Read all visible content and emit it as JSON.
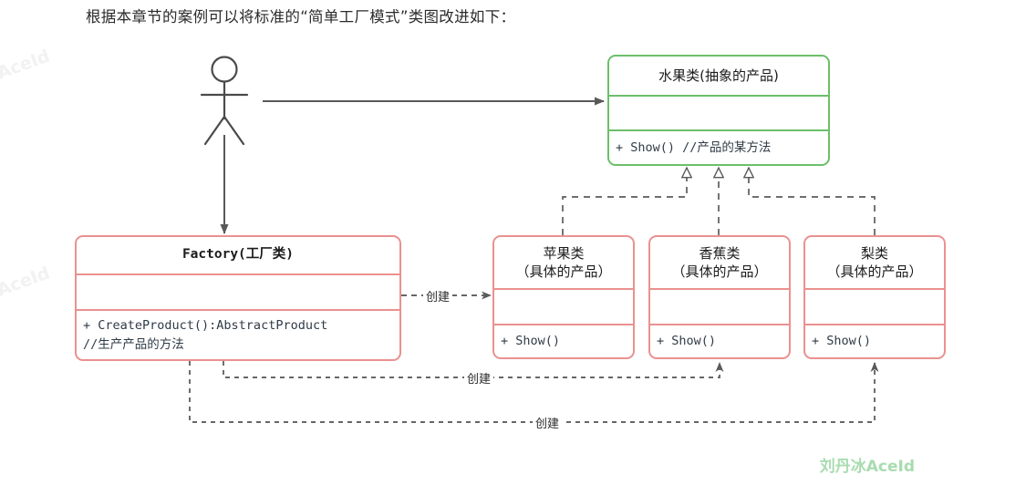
{
  "heading": "根据本章节的案例可以将标准的“简单工厂模式”类图改进如下：",
  "colors": {
    "abstract_border": "#6cbf6a",
    "concrete_border": "#ea918f",
    "line": "#595959",
    "dashed": "#666666",
    "watermark_main": "#a8dcb0",
    "background": "#ffffff"
  },
  "actor": {
    "name": "actor-stick-figure"
  },
  "classes": {
    "abstract_product": {
      "name": "水果类(抽象的产品)",
      "attributes": "",
      "methods": "+ Show() //产品的某方法",
      "stereotype": "abstract",
      "border_color": "#6cbf6a"
    },
    "factory": {
      "name": "Factory(工厂类)",
      "attributes": "",
      "methods_line1": "+ CreateProduct():AbstractProduct",
      "methods_line2": "//生产产品的方法",
      "border_color": "#ea918f"
    },
    "concrete_products": [
      {
        "name_line1": "苹果类",
        "name_line2": "（具体的产品）",
        "attributes": "",
        "methods": "+ Show()",
        "border_color": "#ea918f"
      },
      {
        "name_line1": "香蕉类",
        "name_line2": "（具体的产品）",
        "attributes": "",
        "methods": "+ Show()",
        "border_color": "#ea918f"
      },
      {
        "name_line1": "梨类",
        "name_line2": "（具体的产品）",
        "attributes": "",
        "methods": "+ Show()",
        "border_color": "#ea918f"
      }
    ]
  },
  "edges": {
    "create_label_1": "创建",
    "create_label_2": "创建",
    "create_label_3": "创建",
    "relations": [
      {
        "from": "actor",
        "to": "abstract_product",
        "type": "association-arrow"
      },
      {
        "from": "actor",
        "to": "factory",
        "type": "association-arrow"
      },
      {
        "from": "factory",
        "to": "apple",
        "type": "dependency-dashed",
        "label": "创建"
      },
      {
        "from": "factory",
        "to": "banana",
        "type": "dependency-dashed",
        "label": "创建"
      },
      {
        "from": "factory",
        "to": "pear",
        "type": "dependency-dashed",
        "label": "创建"
      },
      {
        "from": "apple",
        "to": "abstract_product",
        "type": "realization-hollow-triangle"
      },
      {
        "from": "banana",
        "to": "abstract_product",
        "type": "realization-hollow-triangle"
      },
      {
        "from": "pear",
        "to": "abstract_product",
        "type": "realization-hollow-triangle"
      }
    ]
  },
  "watermarks": {
    "side_1": "AceId",
    "side_2": "AceId",
    "main": "刘丹冰AceId"
  }
}
